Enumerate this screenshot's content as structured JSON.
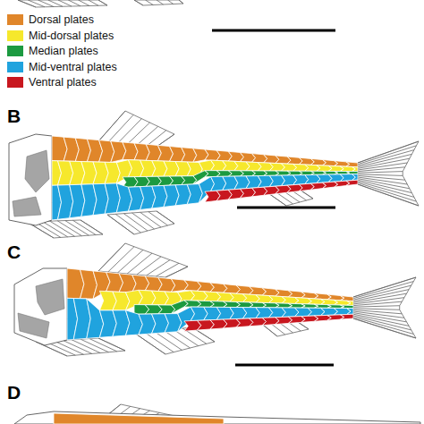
{
  "diagram": {
    "labels": [
      "B",
      "C",
      "D"
    ],
    "legend": [
      {
        "text": "Dorsal plates",
        "color": "#e0862a"
      },
      {
        "text": "Mid-dorsal plates",
        "color": "#f6e82c"
      },
      {
        "text": "Median plates",
        "color": "#1c9a40"
      },
      {
        "text": "Mid-ventral plates",
        "color": "#20a3de"
      },
      {
        "text": "Ventral plates",
        "color": "#c8171f"
      }
    ]
  }
}
